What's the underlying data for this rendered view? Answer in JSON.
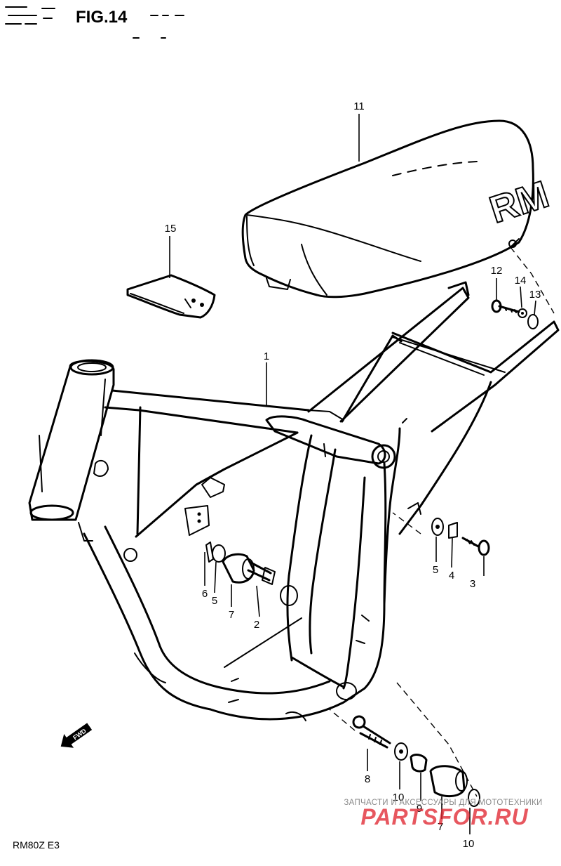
{
  "figure": {
    "title": "FIG.14",
    "footer_code": "RM80Z E3"
  },
  "callouts": [
    {
      "id": "1",
      "label": "1"
    },
    {
      "id": "2",
      "label": "2"
    },
    {
      "id": "3",
      "label": "3"
    },
    {
      "id": "4",
      "label": "4"
    },
    {
      "id": "5a",
      "label": "5"
    },
    {
      "id": "5b",
      "label": "5"
    },
    {
      "id": "6",
      "label": "6"
    },
    {
      "id": "7a",
      "label": "7"
    },
    {
      "id": "7b",
      "label": "7"
    },
    {
      "id": "8",
      "label": "8"
    },
    {
      "id": "9",
      "label": "9"
    },
    {
      "id": "10a",
      "label": "10"
    },
    {
      "id": "10b",
      "label": "10"
    },
    {
      "id": "11",
      "label": "11"
    },
    {
      "id": "12",
      "label": "12"
    },
    {
      "id": "13",
      "label": "13"
    },
    {
      "id": "14",
      "label": "14"
    },
    {
      "id": "15",
      "label": "15"
    }
  ],
  "seat_logo": "RM",
  "fwd_label": "FWD",
  "watermark": {
    "line1": "ЗАПЧАСТИ И АКСЕССУАРЫ ДЛЯ МОТОТЕХНИКИ",
    "line2": "PARTSFOR.RU"
  },
  "colors": {
    "ink": "#000000",
    "paper": "#ffffff",
    "watermark": "#e0202a",
    "watermark_text": "#8a8a8a"
  }
}
